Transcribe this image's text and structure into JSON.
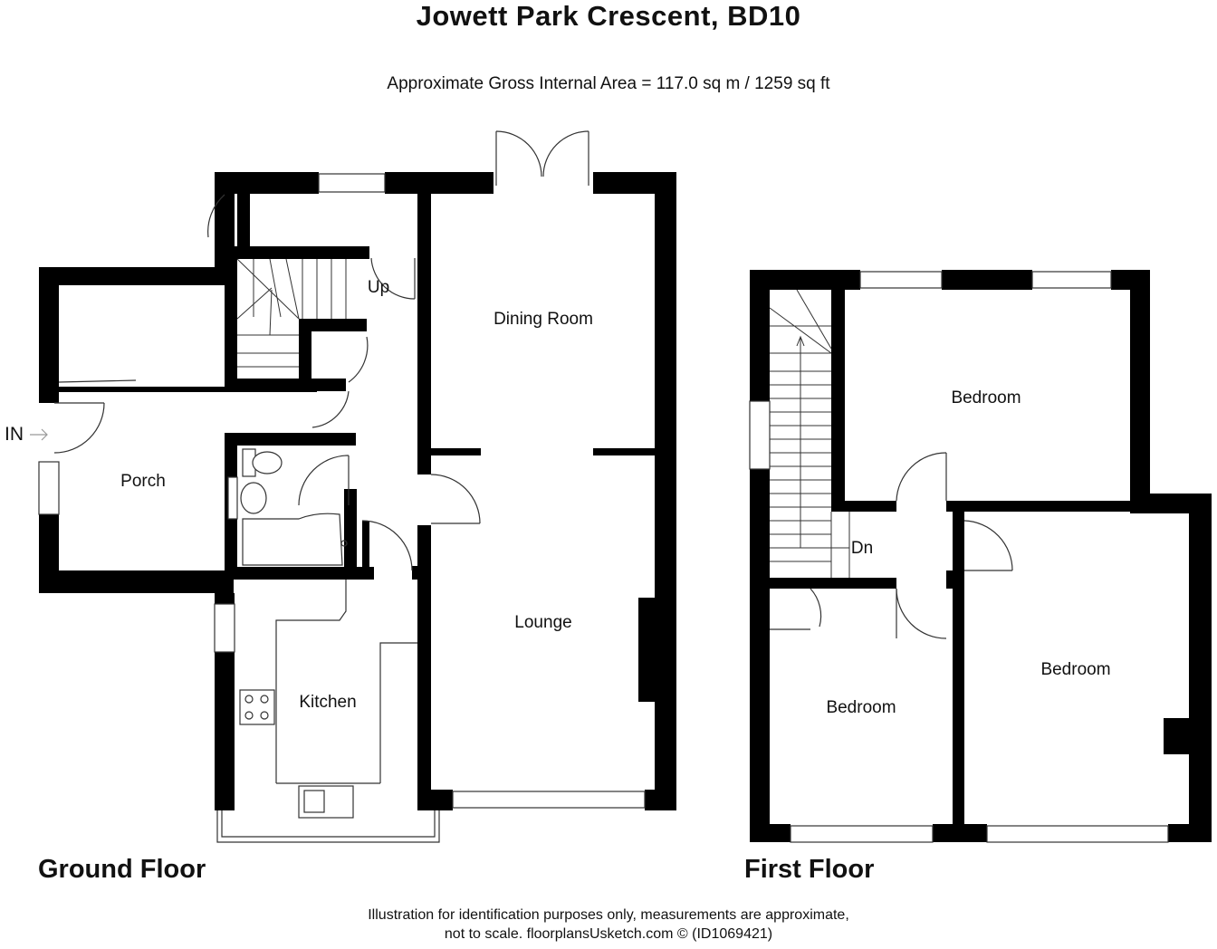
{
  "header": {
    "title": "Jowett Park Crescent, BD10",
    "area": "Approximate Gross Internal Area = 117.0 sq m / 1259 sq ft"
  },
  "ground_floor": {
    "label": "Ground Floor",
    "entrance": "IN",
    "rooms": {
      "porch": "Porch",
      "dining": "Dining Room",
      "lounge": "Lounge",
      "kitchen": "Kitchen",
      "stairs": "Up"
    }
  },
  "first_floor": {
    "label": "First Floor",
    "rooms": {
      "bedroom_rear": "Bedroom",
      "bedroom_front_left": "Bedroom",
      "bedroom_front_right": "Bedroom",
      "stairs": "Dn"
    }
  },
  "footer": {
    "line1": "Illustration for identification purposes only, measurements are approximate,",
    "line2": "not to scale. floorplansUsketch.com © (ID1069421)"
  }
}
